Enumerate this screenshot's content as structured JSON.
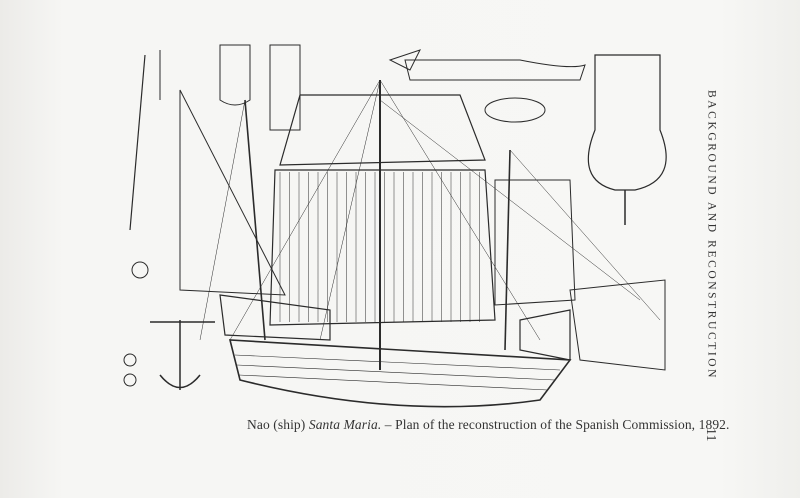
{
  "figure": {
    "caption_prefix": "Nao (ship)",
    "caption_title": "Santa Maria.",
    "caption_rest": "– Plan of the reconstruction of the Spanish Commission, 1892."
  },
  "running_head": "BACKGROUND AND RECONSTRUCTION",
  "page_number": "11"
}
